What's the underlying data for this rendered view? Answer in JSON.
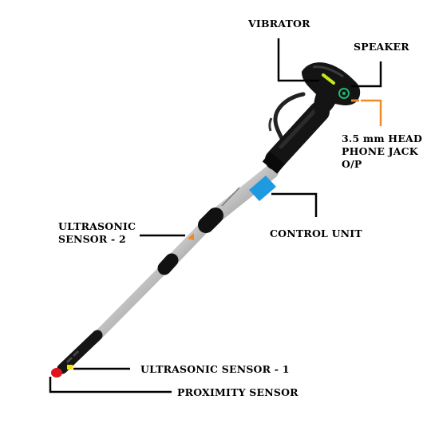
{
  "labels": {
    "vibrator": "VIBRATOR",
    "speaker": "SPEAKER",
    "headphone_jack": [
      "3.5 mm HEAD",
      "PHONE JACK",
      "O/P"
    ],
    "control_unit": "CONTROL UNIT",
    "ultrasonic_2": [
      "ULTRASONIC",
      "SENSOR - 2"
    ],
    "ultrasonic_1": "ULTRASONIC SENSOR - 1",
    "proximity": "PROXIMITY SENSOR"
  },
  "colors": {
    "vibrator_marker": "#c8e61e",
    "speaker_marker": "#22b573",
    "jack_marker": "#f08a24",
    "control_unit": "#1e9be0",
    "ultrasonic_2_marker": "#f08a24",
    "ultrasonic_1_marker": "#f5e100",
    "proximity_marker": "#e0161e",
    "shaft": "#d8d8d8",
    "grip": "#1a1a1a"
  }
}
